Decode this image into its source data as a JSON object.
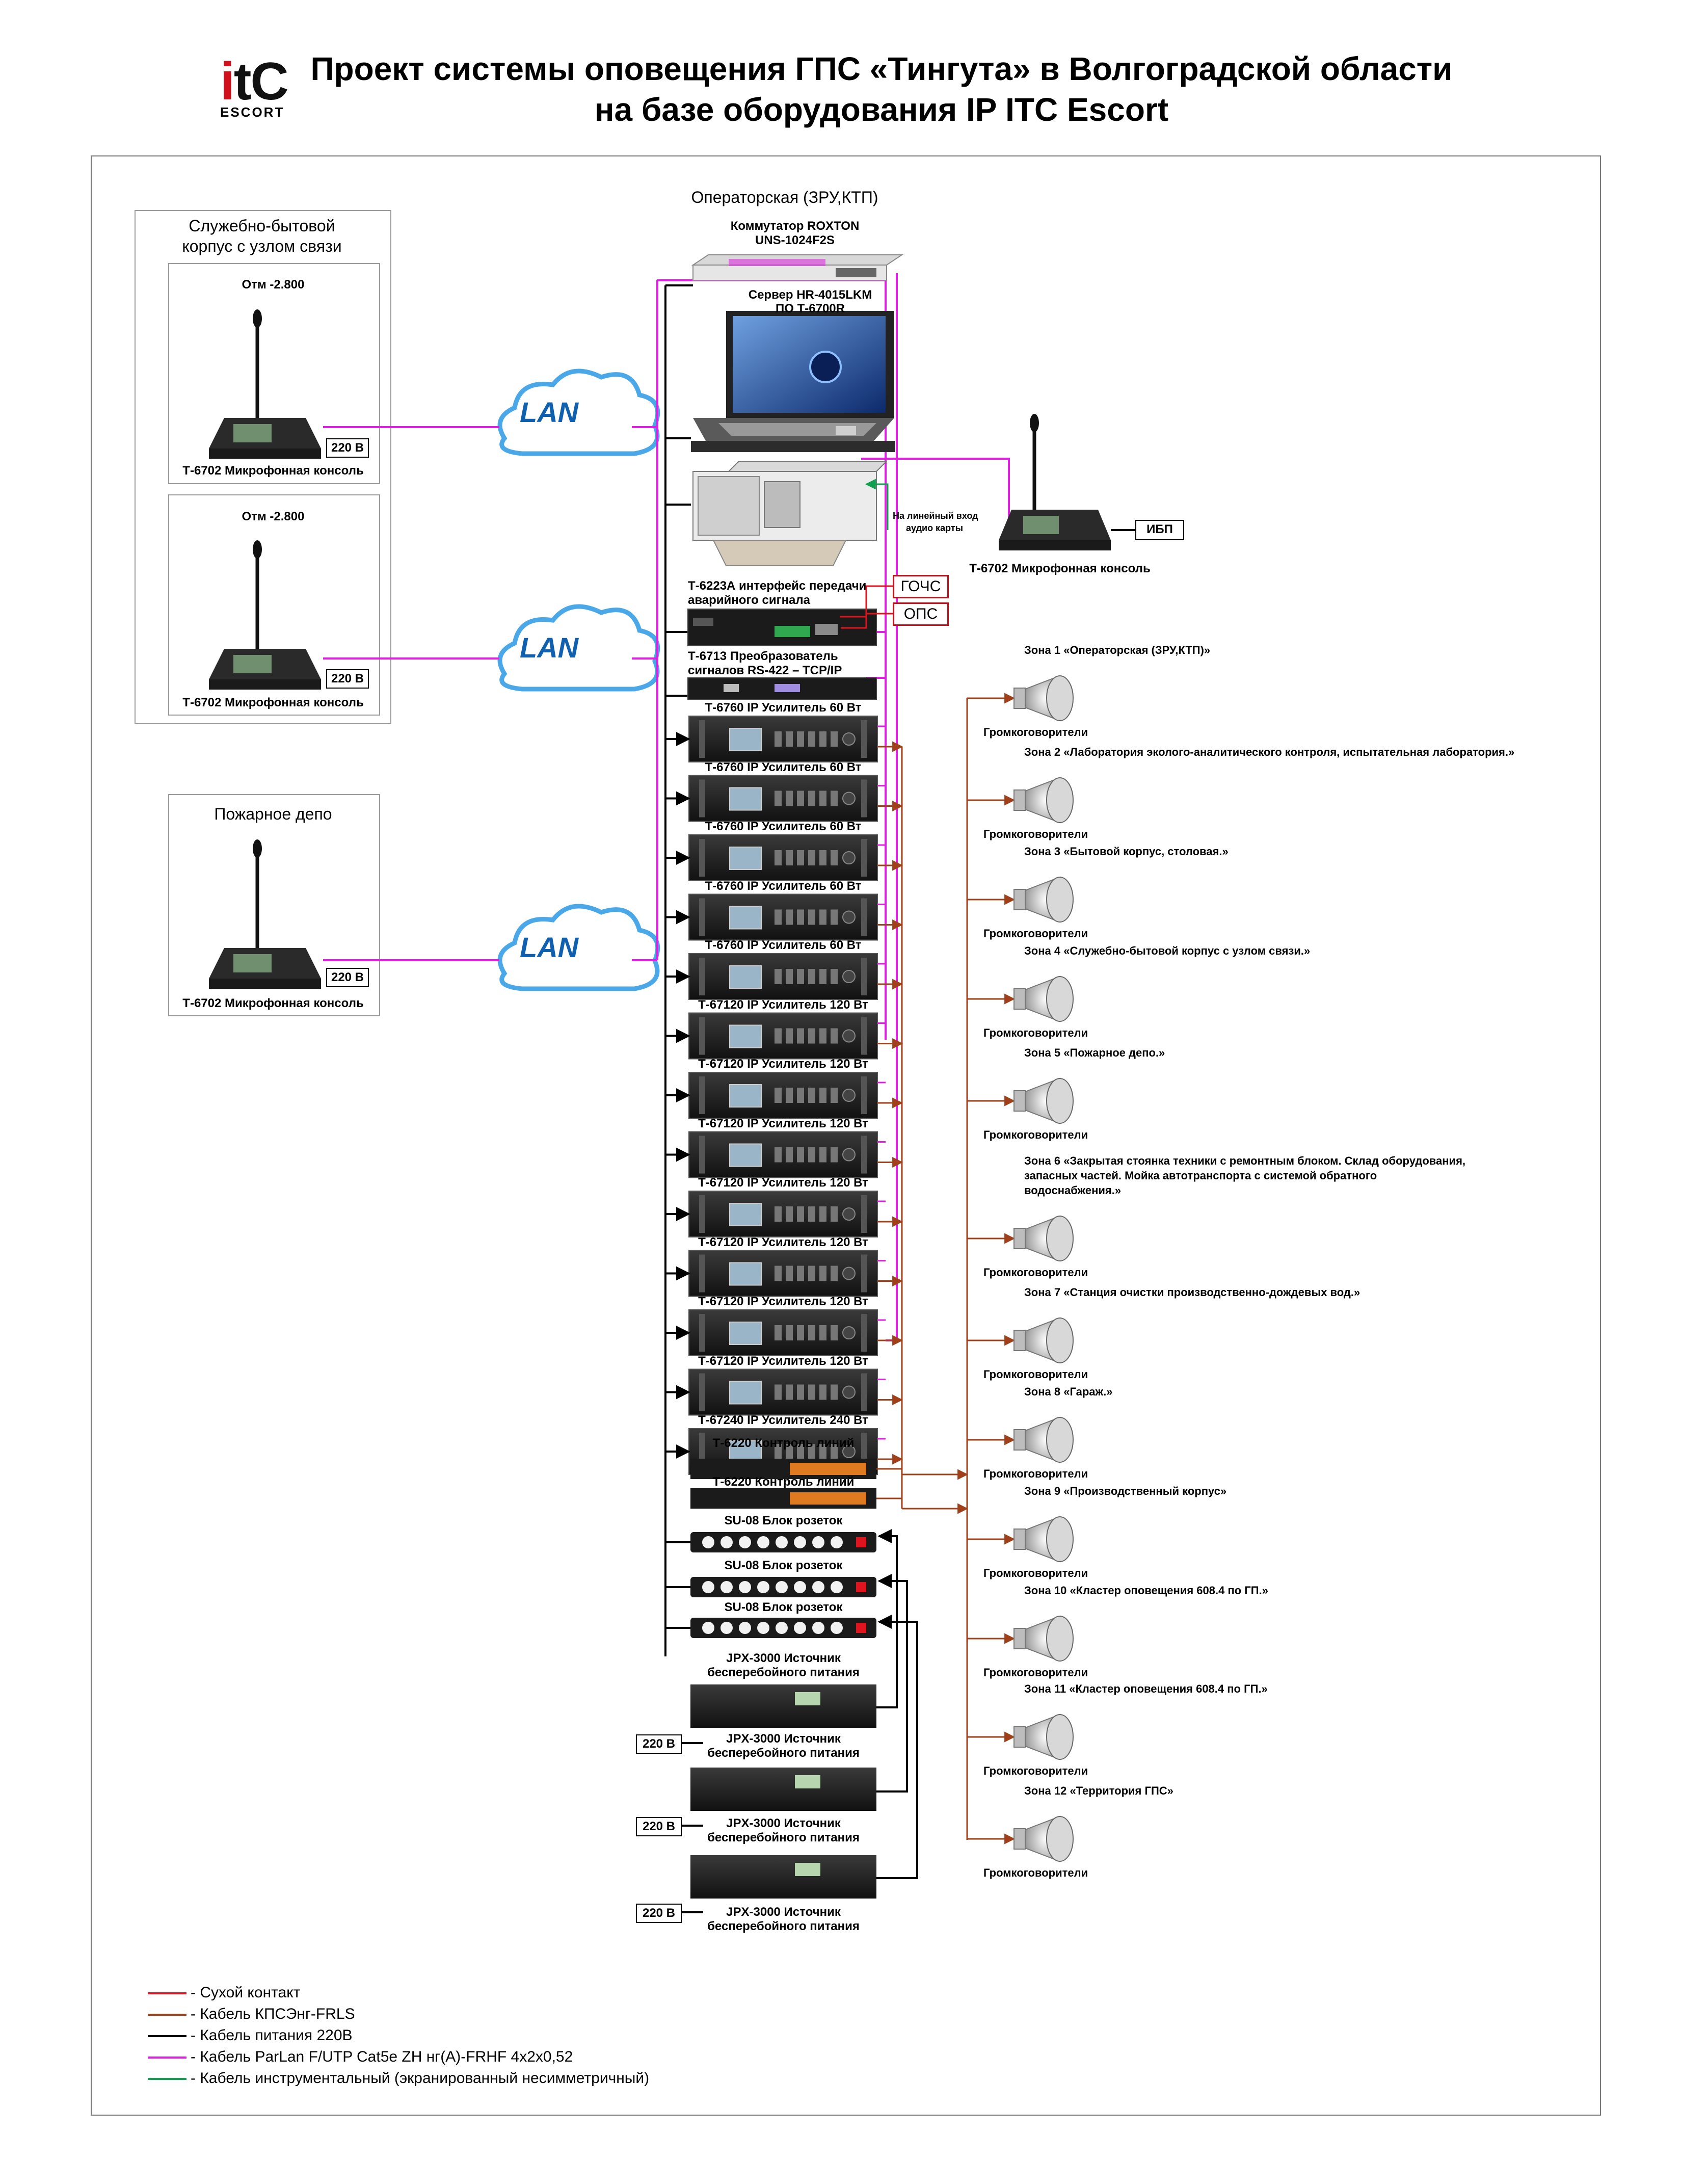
{
  "logo": {
    "mark_i": "i",
    "mark_tc": "tC",
    "sub": "ESCORT"
  },
  "title": {
    "line1": "Проект системы оповещения ГПС «Тингута» в Волгоградской области",
    "line2": "на базе оборудования IP ITC Escort"
  },
  "colors": {
    "dry_contact": "#e0141e",
    "kpsng": "#a0401a",
    "power": "#000000",
    "parlan": "#e020e0",
    "instrumental": "#10a050"
  },
  "left_building": {
    "title1": "Служебно-бытовой",
    "title2": "корпус с узлом связи",
    "consoles": [
      {
        "level": "Отм -2.800",
        "label": "Т-6702 Микрофонная консоль",
        "power": "220 В"
      },
      {
        "level": "Отм -2.800",
        "label": "Т-6702 Микрофонная консоль",
        "power": "220 В"
      }
    ]
  },
  "fire_depot": {
    "title": "Пожарное депо",
    "console_label": "Т-6702 Микрофонная консоль",
    "power": "220 В"
  },
  "lan_label": "LAN",
  "operator": {
    "title": "Операторская  (ЗРУ,КТП)",
    "switch_label1": "Коммутатор ROXTON",
    "switch_label2": "UNS-1024F2S",
    "server_label1": "Сервер HR-4015LKM",
    "server_label2": "ПО Т-6700R",
    "linein_label1": "На линейный вход",
    "linein_label2": "аудио карты",
    "console_label": "Т-6702 Микрофонная консоль",
    "ups_label": "ИБП",
    "alarm_iface1": "Т-6223А интерфейс передачи",
    "alarm_iface2": "аварийного сигнала",
    "gochs": "ГОЧС",
    "ops": "ОПС",
    "converter1": "Т-6713 Преобразователь",
    "converter2": "сигналов RS-422 – TCP/IP"
  },
  "amplifiers": [
    "Т-6760 IP Усилитель 60 Вт",
    "Т-6760 IP Усилитель 60 Вт",
    "Т-6760 IP Усилитель 60 Вт",
    "Т-6760 IP Усилитель 60 Вт",
    "Т-6760 IP Усилитель 60 Вт",
    "Т-67120 IP Усилитель 120 Вт",
    "Т-67120 IP Усилитель 120 Вт",
    "Т-67120 IP Усилитель 120 Вт",
    "Т-67120 IP Усилитель 120 Вт",
    "Т-67120 IP Усилитель 120 Вт",
    "Т-67120 IP Усилитель 120 Вт",
    "Т-67120 IP Усилитель 120 Вт",
    "Т-67240 IP Усилитель 240 Вт"
  ],
  "line_control": [
    "Т-6220 Контроль линий",
    "Т-6220 Контроль линий"
  ],
  "sockets": [
    "SU-08 Блок розеток",
    "SU-08 Блок розеток",
    "SU-08 Блок розеток"
  ],
  "ups": {
    "title_top1": "JPX-3000 Источник",
    "title_top2": "бесперебойного питания",
    "labels": [
      {
        "l1": "JPX-3000 Источник",
        "l2": "бесперебойного питания",
        "power": "220 В"
      },
      {
        "l1": "JPX-3000 Источник",
        "l2": "бесперебойного питания",
        "power": "220 В"
      },
      {
        "l1": "JPX-3000 Источник",
        "l2": "бесперебойного питания",
        "power": "220 В"
      }
    ]
  },
  "speaker_label": "Громкоговорители",
  "zones": [
    {
      "lines": [
        "Зона 1 «Операторская  (ЗРУ,КТП)»"
      ]
    },
    {
      "lines": [
        "Зона 2 «Лаборатория эколого-аналитического контроля, испытательная лаборатория.»"
      ]
    },
    {
      "lines": [
        "Зона 3 «Бытовой корпус, столовая.»"
      ]
    },
    {
      "lines": [
        "Зона 4 «Служебно-бытовой корпус с узлом связи.»"
      ]
    },
    {
      "lines": [
        "Зона 5 «Пожарное депо.»"
      ]
    },
    {
      "lines": [
        "Зона 6 «Закрытая стоянка техники с ремонтным блоком. Склад оборудования,",
        "запасных частей. Мойка автотранспорта с системой обратного",
        "водоснабжения.»"
      ]
    },
    {
      "lines": [
        "Зона 7 «Станция очистки производственно-дождевых вод.»"
      ]
    },
    {
      "lines": [
        "Зона 8 «Гараж.»"
      ]
    },
    {
      "lines": [
        "Зона 9 «Производственный корпус»"
      ]
    },
    {
      "lines": [
        "Зона 10 «Кластер оповещения 608.4 по ГП.»"
      ]
    },
    {
      "lines": [
        "Зона 11 «Кластер оповещения 608.4 по ГП.»"
      ]
    },
    {
      "lines": [
        "Зона 12 «Территория ГПС»"
      ]
    }
  ],
  "legend": [
    {
      "color": "#e0141e",
      "text": "- Сухой контакт"
    },
    {
      "color": "#a0401a",
      "text": "- Кабель КПСЭнг-FRLS"
    },
    {
      "color": "#000000",
      "text": "- Кабель питания 220В"
    },
    {
      "color": "#e020e0",
      "text": "- Кабель ParLan F/UTP Cat5e ZH нг(А)-FRHF 4х2х0,52"
    },
    {
      "color": "#10a050",
      "text": "- Кабель инструментальный (экранированный несимметричный)"
    }
  ]
}
